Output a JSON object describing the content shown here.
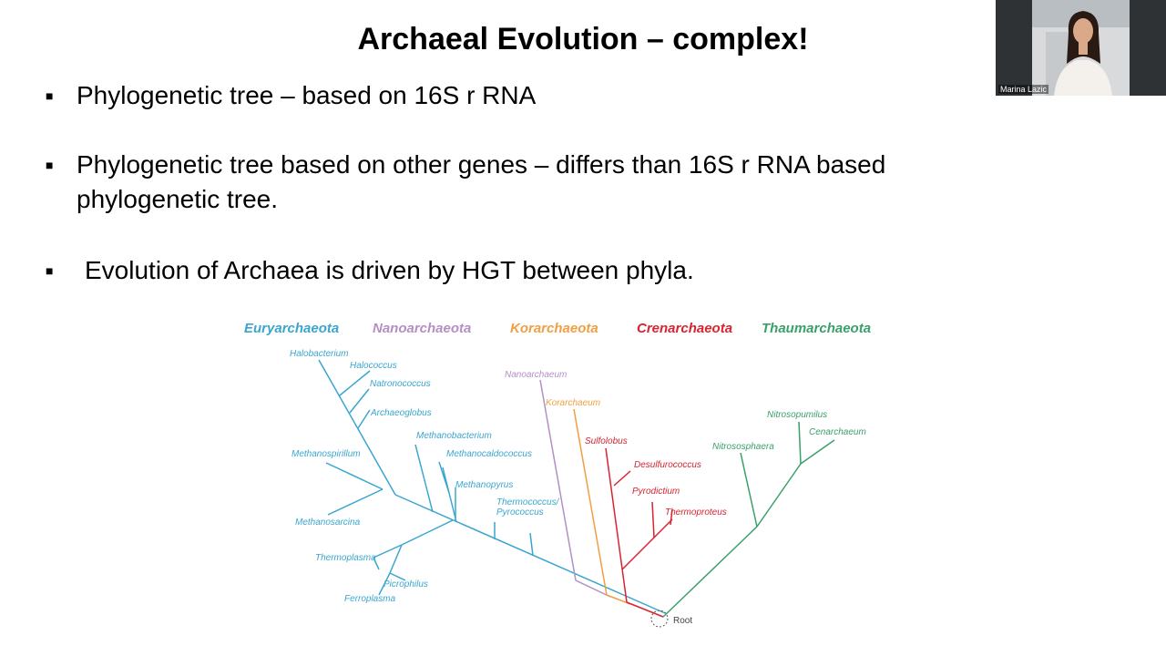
{
  "slide": {
    "title": "Archaeal Evolution – complex!",
    "bullets": [
      "Phylogenetic tree – based on 16S r RNA",
      "Phylogenetic tree based on other genes – differs than 16S r RNA based phylogenetic tree.",
      "Evolution of Archaea is driven by HGT between phyla."
    ]
  },
  "participant": {
    "name": "Marina Lazic"
  },
  "colors": {
    "euryarchaeota": "#3aa6cf",
    "nanoarchaeota": "#b48fc4",
    "korarchaeota": "#f0a043",
    "crenarchaeota": "#d9242f",
    "thaumarchaeota": "#3aa06a"
  },
  "tree": {
    "phyla": [
      "Euryarchaeota",
      "Nanoarchaeota",
      "Korarchaeota",
      "Crenarchaeota",
      "Thaumarchaeota"
    ],
    "taxa": {
      "halobacterium": "Halobacterium",
      "halococcus": "Halococcus",
      "natronococcus": "Natronococcus",
      "archaeoglobus": "Archaeoglobus",
      "methanobacterium": "Methanobacterium",
      "methanospirillum": "Methanospirillum",
      "methanocaldococcus": "Methanocaldococcus",
      "methanopyrus": "Methanopyrus",
      "thermococcus": "Thermococcus/",
      "pyrococcus": "Pyrococcus",
      "methanosarcina": "Methanosarcina",
      "thermoplasma": "Thermoplasma",
      "picrophilus": "Picrophilus",
      "ferroplasma": "Ferroplasma",
      "nanoarchaeum": "Nanoarchaeum",
      "korarchaeum": "Korarchaeum",
      "sulfolobus": "Sulfolobus",
      "desulfurococcus": "Desulfurococcus",
      "pyrodictium": "Pyrodictium",
      "thermoproteus": "Thermoproteus",
      "nitrosopumilus": "Nitrosopumilus",
      "cenarchaeum": "Cenarchaeum",
      "nitrososphaera": "Nitrososphaera"
    },
    "root": "Root"
  }
}
